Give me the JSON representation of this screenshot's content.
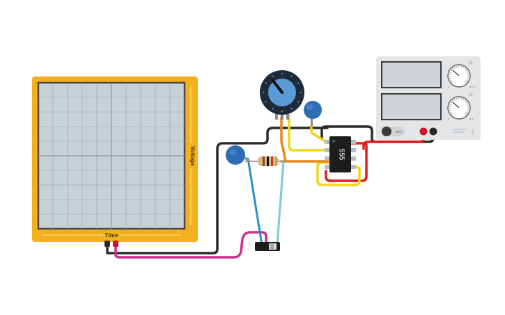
{
  "oscilloscope": {
    "x_label": "Time",
    "y_label": "Voltage",
    "frame_color": "#f2b01e",
    "screen_color": "#c8d2d6"
  },
  "power_supply": {
    "switch_label": "OFF",
    "voltage_label": "30 V",
    "current_label": "5 A",
    "min_label_v": "0",
    "min_label_a": "0"
  },
  "chip": {
    "label": "555"
  },
  "wires": {
    "red": "#e11d1d",
    "black": "#2a2a2a",
    "yellow": "#f2d51a",
    "orange": "#e8861a",
    "magenta": "#cc2d8c",
    "blue": "#2a8fc9",
    "cyan": "#7ec8d8"
  }
}
